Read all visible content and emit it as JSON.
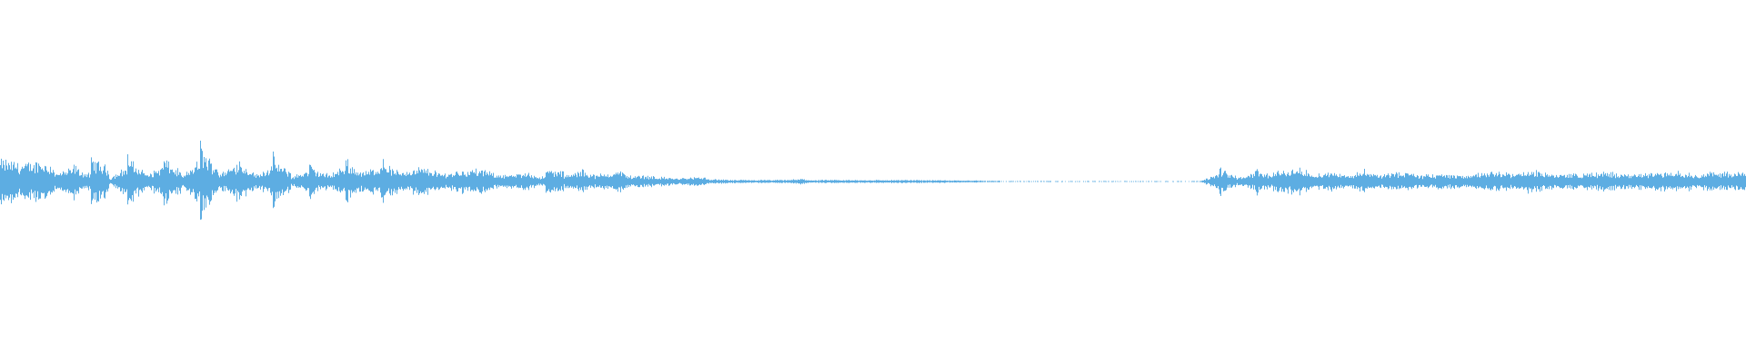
{
  "waveform": {
    "type": "audio-waveform",
    "color": "#5dade2",
    "background": "#ffffff",
    "envelope_percent_of_full_scale": [
      14,
      11,
      14,
      5,
      12,
      15,
      2,
      18,
      4,
      17,
      3,
      26,
      5,
      17,
      4,
      17,
      3,
      12,
      4,
      16,
      6,
      16,
      7,
      9,
      5,
      7,
      8,
      5,
      4,
      7,
      8,
      4,
      9,
      5,
      8,
      4,
      3,
      2,
      3,
      1.5,
      1,
      1,
      1,
      1,
      2,
      1,
      1,
      1,
      1,
      1,
      1,
      1,
      0.8,
      0.8,
      0.5,
      0.3,
      0.3,
      0.3,
      0.3,
      0.3,
      0.3,
      0.3,
      0.3,
      0.3,
      0.3,
      0.3,
      0.3,
      10,
      2,
      10,
      6,
      9,
      5,
      6,
      4,
      9,
      5,
      6,
      4,
      5,
      4,
      5,
      6,
      5,
      7,
      5,
      5,
      5,
      6,
      5,
      5,
      6,
      6,
      5,
      6,
      6
    ]
  }
}
